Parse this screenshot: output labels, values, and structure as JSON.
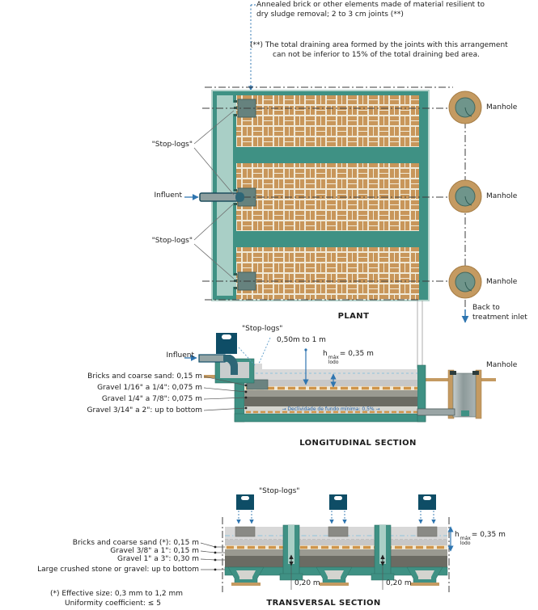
{
  "annotations": {
    "brick_note_line1": "Annealed brick or other elements made of material resilient to",
    "brick_note_line2": "dry sludge removal; 2 to 3 cm joints (**)",
    "draining_note_line1": "(**) The total draining area formed by the joints with this arrangement",
    "draining_note_line2": "can not be inferior to 15% of the total draining bed area."
  },
  "plant": {
    "title": "PLANT",
    "stop_logs_label_1": "\"Stop-logs\"",
    "stop_logs_label_2": "\"Stop-logs\"",
    "influent_label": "Influent",
    "manhole_labels": [
      "Manhole",
      "Manhole",
      "Manhole"
    ],
    "back_to_line1": "Back to",
    "back_to_line2": "treatment inlet"
  },
  "longitudinal": {
    "title": "LONGITUDINAL SECTION",
    "stop_logs_label": "\"Stop-logs\"",
    "influent_label": "Influent",
    "depth_range": "0,50m to 1 m",
    "h_label": {
      "base": "h",
      "sup": "máx",
      "sub": "lodo",
      "value": "= 0,35 m"
    },
    "manhole_label": "Manhole",
    "slope_note": "→ Declividade de fundo mínima: 0,5% →",
    "layer_labels": [
      "Bricks and coarse sand: 0,15 m",
      "Gravel 1/16\" a 1/4\": 0,075 m",
      "Gravel 1/4\" a 7/8\": 0,075 m",
      "Gravel 3/14\" a 2\": up to bottom"
    ]
  },
  "transversal": {
    "title": "TRANSVERSAL SECTION",
    "stop_logs_label": "\"Stop-logs\"",
    "h_label": {
      "base": "h",
      "sup": "máx",
      "sub": "lodo",
      "value": "= 0,35 m"
    },
    "wall_dim_1": "0,20 m",
    "wall_dim_2": "0,20 m",
    "layer_labels": [
      "Bricks and coarse sand (*): 0,15 m",
      "Gravel 3/8\" a 1\": 0,15 m",
      "Gravel 1\" a 3\": 0,30 m",
      "Large crushed stone or gravel: up to bottom"
    ],
    "footnote_line1": "(*) Effective size: 0,3 mm to 1,2 mm",
    "footnote_line2": "Uniformity coefficient: ≤ 5"
  },
  "colors": {
    "teal_wall": "#3f9184",
    "light_teal_channel": "#a9cfc6",
    "brick_tan": "#c8965a",
    "brick_joint": "#f0e9d7",
    "navy_stoplog": "#0e4d66",
    "dimension_blue": "#2e75b0",
    "manhole_ring_tan": "#c49a61",
    "manhole_inner": "#6f958b",
    "freeboard_gray": "#d8d8d8",
    "gravel_mid": "#9a9a91",
    "gravel_dark": "#6b6b63",
    "orange_brick_layer": "#cf9449"
  }
}
